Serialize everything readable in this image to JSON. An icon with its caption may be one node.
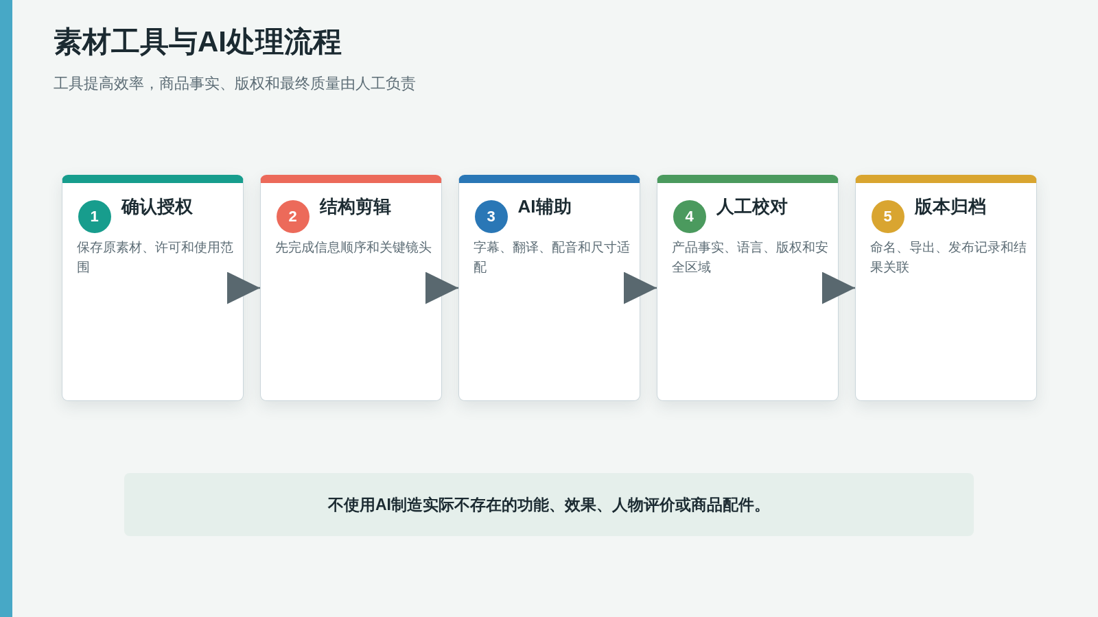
{
  "diagram": {
    "title": "素材工具与AI处理流程",
    "nodes": [
      {
        "text": [
          "确认授权",
          "保存原素材、许可和使用范围"
        ]
      },
      {
        "text": [
          "1"
        ],
        "in": 0
      },
      {
        "text": [
          "结构剪辑",
          "先完成信息顺序和关键镜头"
        ]
      },
      {
        "text": [
          "2"
        ],
        "in": 2
      },
      {
        "text": [
          "AI辅助",
          "字幕、翻译、配音和尺寸适配"
        ]
      },
      {
        "text": [
          "3"
        ],
        "in": 4
      },
      {
        "text": [
          "人工校对",
          "产品事实、语言、版权和安全区域"
        ]
      },
      {
        "text": [
          "4"
        ],
        "in": 6
      },
      {
        "text": [
          "版本归档",
          "命名、导出、发布记录和结果关联"
        ]
      },
      {
        "text": [
          "5"
        ],
        "in": 8
      },
      {
        "text": [
          "不使用AI制造实际不存在的功能、效果、人物评价或商品配件。"
        ]
      }
    ],
    "edges": [
      {
        "from": 0,
        "to": 2,
        "arrow": "to"
      },
      {
        "from": 2,
        "to": 4,
        "arrow": "to"
      },
      {
        "from": 4,
        "to": 6,
        "arrow": "to"
      },
      {
        "from": 6,
        "to": 8,
        "arrow": "to"
      }
    ],
    "labels": [
      "工具提高效率，商品事实、版权和最终质量由人工负责"
    ]
  }
}
